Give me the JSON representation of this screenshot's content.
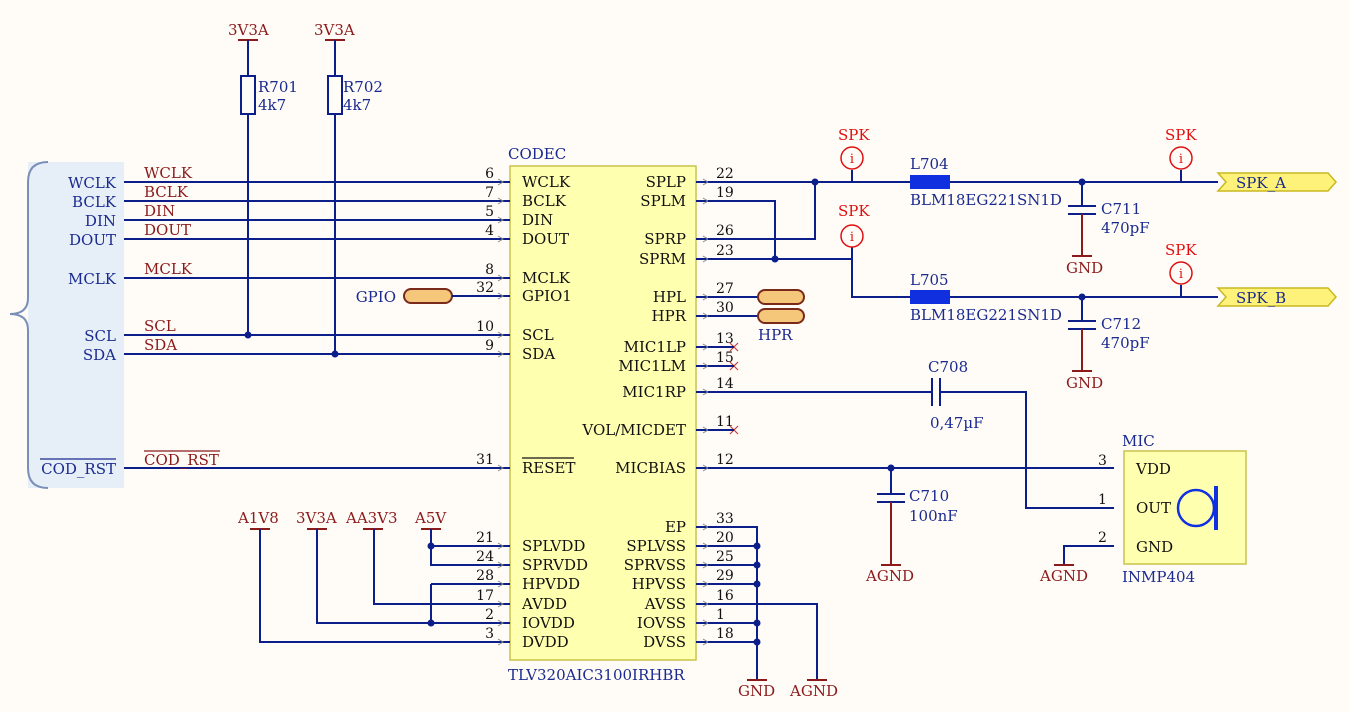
{
  "chip": {
    "name": "CODEC",
    "part": "TLV320AIC3100IRHBR",
    "left_pins": [
      {
        "num": "6",
        "label": "WCLK"
      },
      {
        "num": "7",
        "label": "BCLK"
      },
      {
        "num": "5",
        "label": "DIN"
      },
      {
        "num": "4",
        "label": "DOUT"
      },
      {
        "num": "8",
        "label": "MCLK"
      },
      {
        "num": "32",
        "label": "GPIO1"
      },
      {
        "num": "10",
        "label": "SCL"
      },
      {
        "num": "9",
        "label": "SDA"
      },
      {
        "num": "31",
        "label": "RESET"
      },
      {
        "num": "21",
        "label": "SPLVDD"
      },
      {
        "num": "24",
        "label": "SPRVDD"
      },
      {
        "num": "28",
        "label": "HPVDD"
      },
      {
        "num": "17",
        "label": "AVDD"
      },
      {
        "num": "2",
        "label": "IOVDD"
      },
      {
        "num": "3",
        "label": "DVDD"
      }
    ],
    "right_pins": [
      {
        "num": "22",
        "label": "SPLP"
      },
      {
        "num": "19",
        "label": "SPLM"
      },
      {
        "num": "26",
        "label": "SPRP"
      },
      {
        "num": "23",
        "label": "SPRM"
      },
      {
        "num": "27",
        "label": "HPL"
      },
      {
        "num": "30",
        "label": "HPR"
      },
      {
        "num": "13",
        "label": "MIC1LP"
      },
      {
        "num": "15",
        "label": "MIC1LM"
      },
      {
        "num": "14",
        "label": "MIC1RP"
      },
      {
        "num": "11",
        "label": "VOL/MICDET"
      },
      {
        "num": "12",
        "label": "MICBIAS"
      },
      {
        "num": "33",
        "label": "EP"
      },
      {
        "num": "20",
        "label": "SPLVSS"
      },
      {
        "num": "25",
        "label": "SPRVSS"
      },
      {
        "num": "29",
        "label": "HPVSS"
      },
      {
        "num": "16",
        "label": "AVSS"
      },
      {
        "num": "1",
        "label": "IOVSS"
      },
      {
        "num": "18",
        "label": "DVSS"
      }
    ]
  },
  "bus_ports": [
    "WCLK",
    "BCLK",
    "DIN",
    "DOUT",
    "MCLK",
    "SCL",
    "SDA",
    "COD_RST"
  ],
  "net_labels": [
    "WCLK",
    "BCLK",
    "DIN",
    "DOUT",
    "MCLK",
    "SCL",
    "SDA",
    "COD_RST"
  ],
  "resistors": [
    {
      "ref": "R701",
      "value": "4k7",
      "supply": "3V3A"
    },
    {
      "ref": "R702",
      "value": "4k7",
      "supply": "3V3A"
    }
  ],
  "gpio_label": "GPIO",
  "hpr_label": "HPR",
  "inductors": [
    {
      "ref": "L704",
      "part": "BLM18EG221SN1D"
    },
    {
      "ref": "L705",
      "part": "BLM18EG221SN1D"
    }
  ],
  "capacitors": [
    {
      "ref": "C711",
      "value": "470pF"
    },
    {
      "ref": "C712",
      "value": "470pF"
    },
    {
      "ref": "C708",
      "value": "0,47µF"
    },
    {
      "ref": "C710",
      "value": "100nF"
    }
  ],
  "ports": [
    "SPK_A",
    "SPK_B"
  ],
  "test_points": [
    "SPK",
    "SPK",
    "SPK",
    "SPK"
  ],
  "supplies": [
    "A1V8",
    "3V3A",
    "AA3V3",
    "A5V"
  ],
  "grounds": {
    "gnd": "GND",
    "agnd": "AGND"
  },
  "mic": {
    "ref": "MIC",
    "part": "INMP404",
    "pins": [
      {
        "num": "3",
        "label": "VDD"
      },
      {
        "num": "1",
        "label": "OUT"
      },
      {
        "num": "2",
        "label": "GND"
      }
    ]
  },
  "colors": {
    "wire": "#0b1e8a",
    "net": "#8b1a1a",
    "chip_fill": "#ffffb0",
    "port_fill": "#fff27a",
    "bus_fill": "#e6eef8"
  }
}
